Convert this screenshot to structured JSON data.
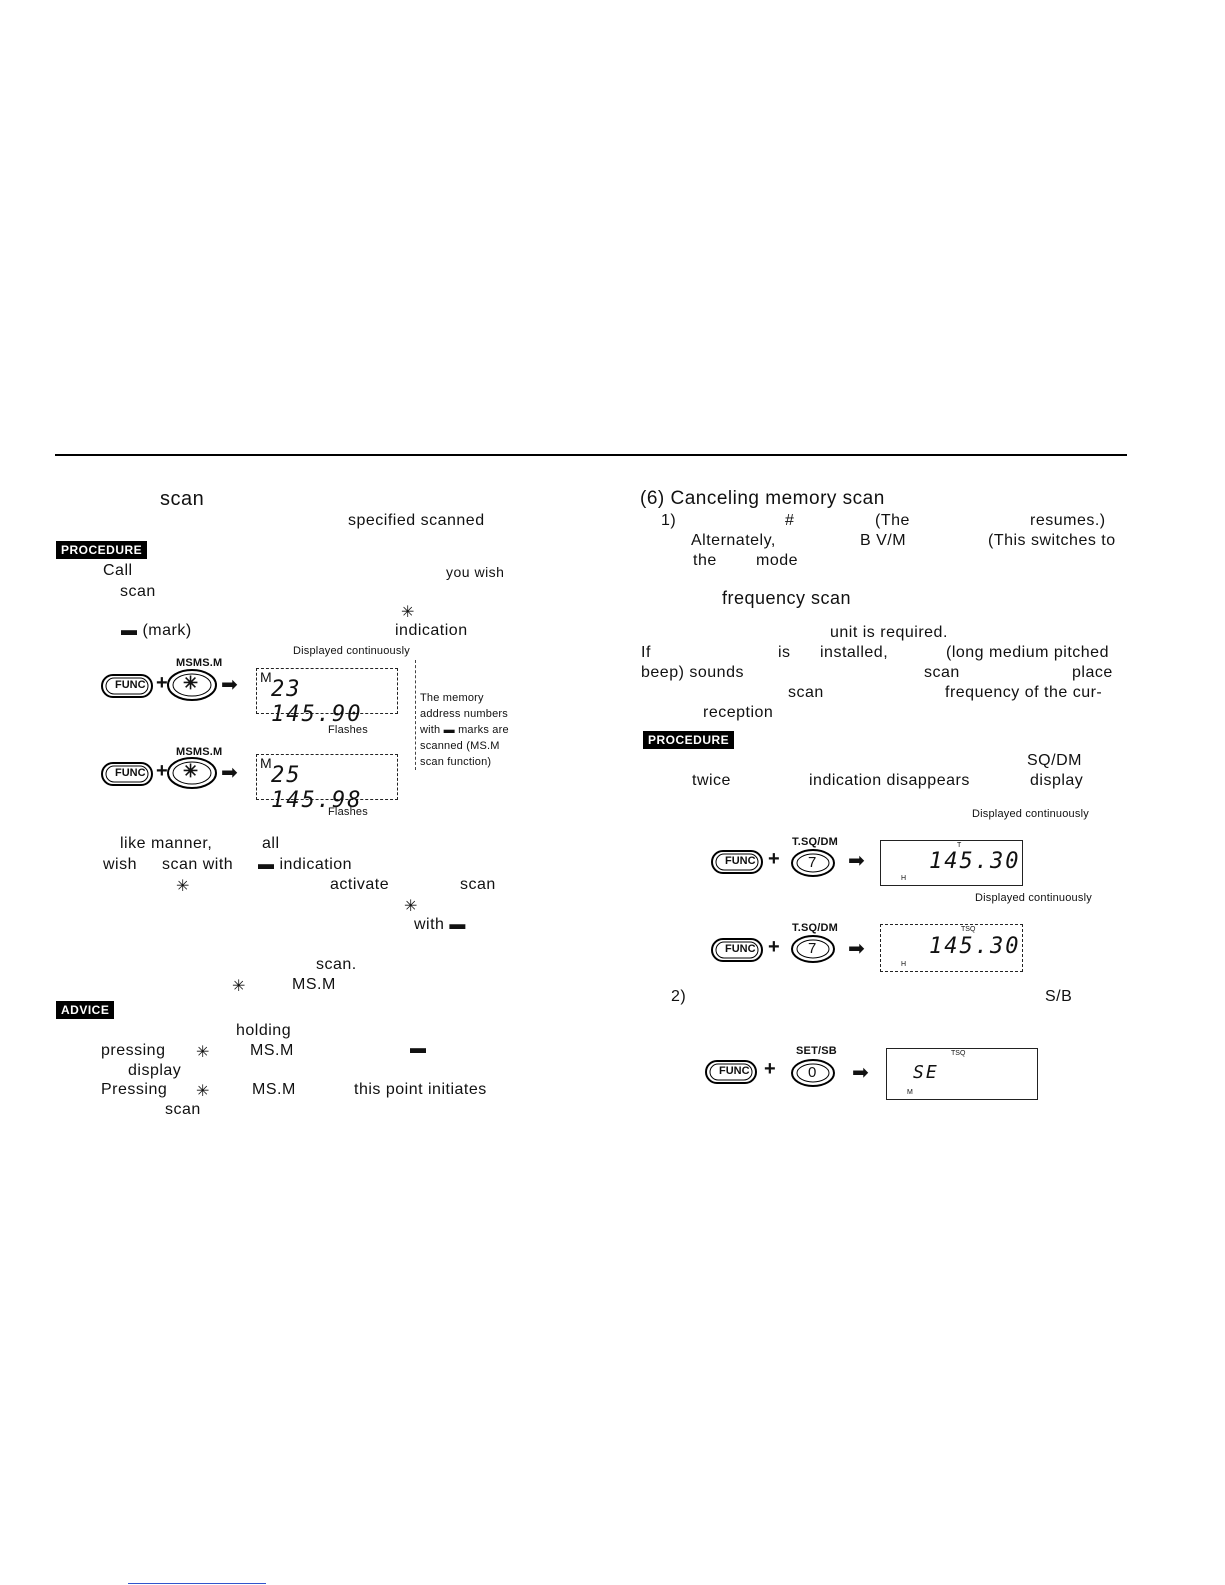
{
  "left": {
    "heading": "scan",
    "line1": "specified     scanned",
    "tag1": "PROCEDURE",
    "step_call": "Call",
    "step_call_tail": "you wish",
    "step_scan": "scan",
    "step_star": "✳",
    "step_mark": "▬ (mark)",
    "step_indication": "indication",
    "displayed_continuously": "Displayed continuously",
    "key_label": "MSMS.M",
    "func": "FUNC",
    "star_key": "✳",
    "lcd1": {
      "m": "M",
      "digits": "23  145.90"
    },
    "lcd2": {
      "m": "M",
      "digits": "25  145.98"
    },
    "flashes": "Flashes",
    "note_lines": [
      "The memory",
      "address numbers",
      "with ▬ marks are",
      "scanned (MS.M",
      "scan function)"
    ],
    "p2_l1a": "like manner,",
    "p2_l1b": "all",
    "p2_l2a": "wish",
    "p2_l2b": "scan with",
    "p2_l2c": "▬ indication",
    "p2_l3a": "✳",
    "p2_l3b": "activate",
    "p2_l3c": "scan",
    "p2_l4a": "✳",
    "p2_l5a": "with ▬",
    "p2_l6a": "scan.",
    "p2_l7a": "✳",
    "p2_l7b": "MS.M",
    "tag2": "ADVICE",
    "adv_l1": "holding",
    "adv_l2a": "pressing",
    "adv_l2b": "✳",
    "adv_l2c": "MS.M",
    "adv_l2d": "▬",
    "adv_l3": "display",
    "adv_l4a": "Pressing",
    "adv_l4b": "✳",
    "adv_l4c": "MS.M",
    "adv_l4d": "this point initiates",
    "adv_l5": "scan"
  },
  "right": {
    "heading": "(6) Canceling memory scan",
    "l1a": "1)",
    "l1b": "#",
    "l1c": "(The",
    "l1d": "resumes.)",
    "l2a": "Alternately,",
    "l2b": "B V/M",
    "l2c": "(This switches to",
    "l3a": "the",
    "l3b": "mode",
    "sub_heading": "frequency scan",
    "l5": "unit is required.",
    "l6a": "If",
    "l6b": "is",
    "l6c": "installed,",
    "l6d": "(long medium pitched",
    "l7a": "beep) sounds",
    "l7b": "scan",
    "l7c": "place",
    "l8a": "scan",
    "l8b": "frequency of the cur-",
    "l9a": "reception",
    "tag": "PROCEDURE",
    "p1_sqdm": "SQ/DM",
    "p1_l2a": "twice",
    "p1_l2b": "indication disappears",
    "p1_l2c": "display",
    "displayed_continuously": "Displayed continuously",
    "key_tsq": "T.SQ/DM",
    "key_7": "7",
    "func": "FUNC",
    "lcd1": {
      "top": "T",
      "digits": "145.30",
      "h": "H"
    },
    "lcd2": {
      "top": "TSQ",
      "digits": "145.30",
      "h": "H"
    },
    "step2": "2)",
    "step2_sb": "S/B",
    "key_setsb": "SET/SB",
    "key_0": "0",
    "lcd3": {
      "top": "TSQ",
      "digits": "SE",
      "m": "M"
    }
  }
}
